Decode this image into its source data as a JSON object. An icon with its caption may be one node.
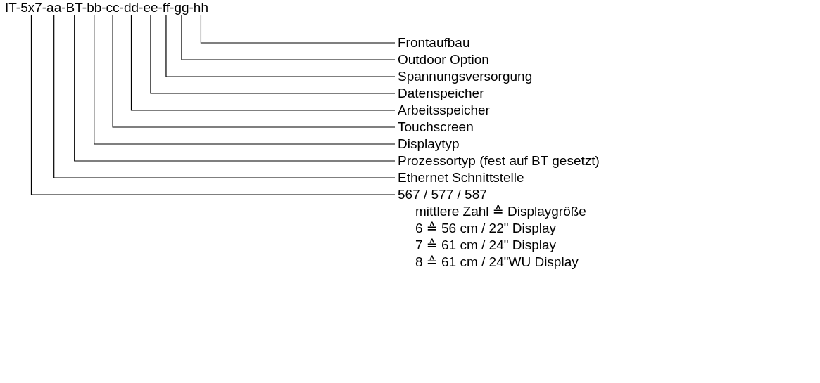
{
  "diagram": {
    "nodes": [
      {
        "text": [
          "IT-5x7-aa-BT-bb-cc-dd-ee-ff-gg-hh"
        ]
      },
      {
        "text": [
          "Frontaufbau"
        ]
      },
      {
        "text": [
          "Outdoor Option"
        ]
      },
      {
        "text": [
          "Spannungsversorgung"
        ]
      },
      {
        "text": [
          "Datenspeicher"
        ]
      },
      {
        "text": [
          "Arbeitsspeicher"
        ]
      },
      {
        "text": [
          "Touchscreen"
        ]
      },
      {
        "text": [
          "Displaytyp"
        ]
      },
      {
        "text": [
          "Prozessortyp (fest auf BT gesetzt)"
        ]
      },
      {
        "text": [
          "Ethernet Schnittstelle"
        ]
      },
      {
        "text": [
          "567 / 577 / 587",
          "mittlere Zahl ≙ Displaygröße",
          "6 ≙ 56 cm / 22\" Display",
          "7 ≙ 61 cm / 24\" Display",
          "8 ≙ 61 cm / 24\"WU Display"
        ]
      }
    ],
    "edges": [
      {
        "from": 1,
        "to": 0,
        "arrow": "none"
      },
      {
        "from": 2,
        "to": 0,
        "arrow": "none"
      },
      {
        "from": 3,
        "to": 0,
        "arrow": "none"
      },
      {
        "from": 4,
        "to": 0,
        "arrow": "none"
      },
      {
        "from": 5,
        "to": 0,
        "arrow": "none"
      },
      {
        "from": 6,
        "to": 0,
        "arrow": "none"
      },
      {
        "from": 7,
        "to": 0,
        "arrow": "none"
      },
      {
        "from": 8,
        "to": 0,
        "arrow": "none"
      },
      {
        "from": 9,
        "to": 0,
        "arrow": "none"
      },
      {
        "from": 10,
        "to": 0,
        "arrow": "none"
      }
    ]
  }
}
